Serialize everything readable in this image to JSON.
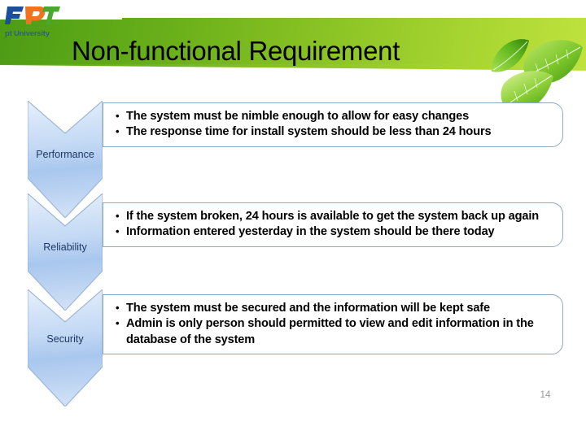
{
  "slide": {
    "title": "Non-functional Requirement",
    "page_number": "14",
    "brand": {
      "logo_text": "FPT",
      "logo_subtitle": "pt University",
      "logo_colors": {
        "f": "#1b4f9c",
        "p": "#f07321",
        "t": "#4aa82e"
      },
      "band_color_left": "#4d9b16",
      "band_color_right": "#bfe23d",
      "leaf_color": "#6cbe2a"
    },
    "rows": [
      {
        "label": "Performance",
        "bullets": [
          "The system must be nimble enough to allow for easy changes",
          "The response time for install system should be less than 24 hours"
        ]
      },
      {
        "label": "Reliability",
        "bullets": [
          "If the system broken, 24 hours is available to get the system back up again",
          "Information entered yesterday in the system should be there today"
        ]
      },
      {
        "label": "Security",
        "bullets": [
          "The system must be secured and the information will be kept safe",
          "Admin is only person should permitted to view and edit information in the database of the system"
        ]
      }
    ]
  }
}
